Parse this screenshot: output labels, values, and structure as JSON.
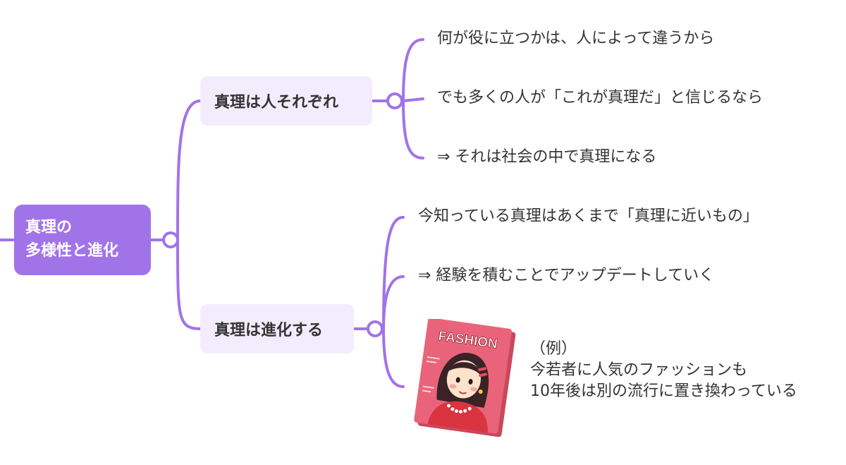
{
  "root": {
    "line1": "真理の",
    "line2": "多様性と進化"
  },
  "branches": [
    {
      "label": "真理は人それぞれ",
      "children": [
        "何が役に立つかは、人によって違うから",
        "でも多くの人が「これが真理だ」と信じるなら",
        "⇒ それは社会の中で真理になる"
      ]
    },
    {
      "label": "真理は進化する",
      "children": [
        "今知っている真理はあくまで「真理に近いもの」",
        "⇒ 経験を積むことでアップデートしていく"
      ],
      "example": {
        "heading": "（例）",
        "line1": "今若者に人気のファッションも",
        "line2": "10年後は別の流行に置き換わっている",
        "illustration": {
          "icon": "fashion-magazine-icon",
          "cover_text": "FASHION"
        }
      }
    }
  ],
  "colors": {
    "accent": "#a173e8",
    "branch_bg": "#f3ecfd",
    "text": "#333333"
  }
}
